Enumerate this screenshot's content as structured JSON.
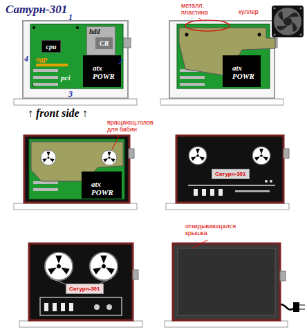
{
  "diagram": {
    "title": "Сатурн-301",
    "nodes": [
      {
        "text": [
          "hdd",
          "CR"
        ]
      },
      {
        "text": [
          "cpu"
        ]
      },
      {
        "text": [
          "atx POWR"
        ]
      },
      {
        "text": [
          "atx POWR"
        ]
      },
      {
        "text": [
          "atx POWR"
        ]
      },
      {
        "text": [
          "Сатурн-301"
        ]
      },
      {
        "text": [
          "Сатурн-301"
        ]
      }
    ],
    "labels": [
      "1",
      "2",
      "3",
      "4",
      "agp",
      "pci",
      "↑ front side ↑",
      "металл. пластина",
      "куллер",
      "вращающ.голов для бабин",
      "откидывающался крышка"
    ]
  }
}
